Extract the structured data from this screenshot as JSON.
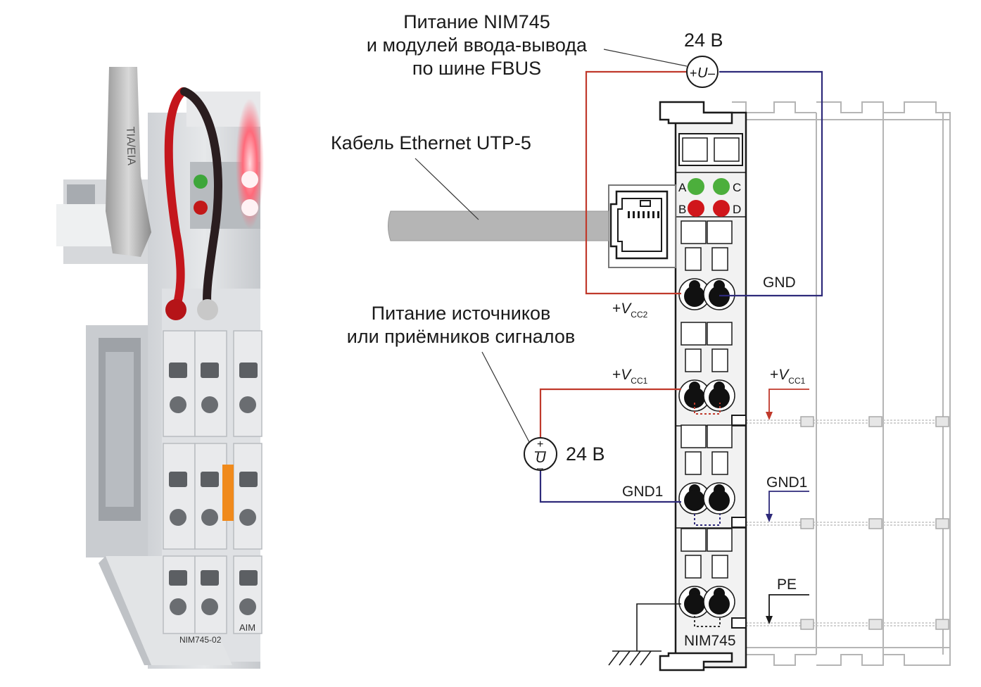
{
  "labels": {
    "fbus_power_line1": "Питание NIM745",
    "fbus_power_line2": "и модулей ввода-вывода",
    "fbus_power_line3": "по шине FBUS",
    "supply_top_voltage": "24 В",
    "ethernet_cable": "Кабель Ethernet UTP-5",
    "gnd": "GND",
    "vcc2_prefix": "+",
    "vcc2_v": "V",
    "vcc2_sub": "CC2",
    "signal_power_line1": "Питание источников",
    "signal_power_line2": "или приёмников сигналов",
    "vcc1_prefix": "+",
    "vcc1_v": "V",
    "vcc1_sub": "CC1",
    "vcc1_right_prefix": "+",
    "vcc1_right_v": "V",
    "vcc1_right_sub": "CC1",
    "supply_bottom_voltage": "24 В",
    "gnd1_left": "GND1",
    "gnd1_right": "GND1",
    "pe": "PE",
    "module_name": "NIM745",
    "photo_module_label": "NIM745-02",
    "photo_neighbor_label": "AIM",
    "photo_cable_print": "TIA/EIA",
    "source_top_plus": "+",
    "source_top_u": "U",
    "source_top_minus": "–",
    "source_bottom_plus": "+",
    "source_bottom_u": "U",
    "source_bottom_minus": "–",
    "led_a": "A",
    "led_b": "B",
    "led_c": "C",
    "led_d": "D"
  },
  "colors": {
    "positive_wire": "#c0392b",
    "negative_wire": "#2e2a7a",
    "led_green": "#4caf3c",
    "led_red": "#d0161b",
    "module_fill": "#f2f2f2",
    "cable": "#b5b5b5"
  },
  "icons": [
    "rj45-socket-icon",
    "dc-source-icon",
    "ground-icon",
    "spring-terminal-icon"
  ]
}
